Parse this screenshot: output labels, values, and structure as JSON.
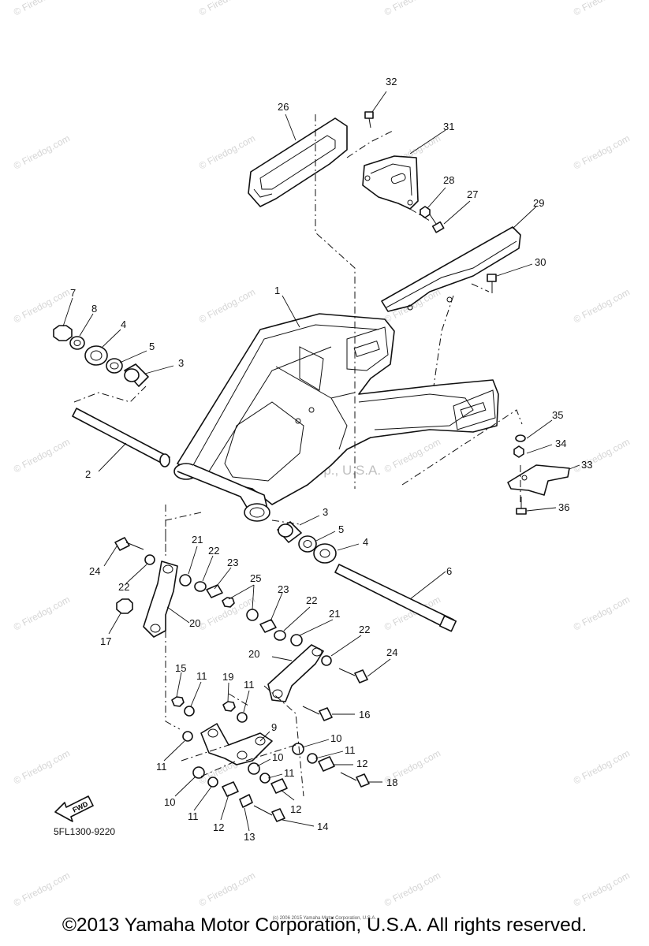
{
  "diagram": {
    "code": "5FL1300-9220",
    "fwd_label": "FWD",
    "watermark_text": "© Firedog.com",
    "watermark_center": "Yamaha Motor Corp., U.S.A.",
    "callouts": [
      {
        "id": "c1",
        "text": "1"
      },
      {
        "id": "c2",
        "text": "2"
      },
      {
        "id": "c3a",
        "text": "3"
      },
      {
        "id": "c3b",
        "text": "3"
      },
      {
        "id": "c4a",
        "text": "4"
      },
      {
        "id": "c4b",
        "text": "4"
      },
      {
        "id": "c5a",
        "text": "5"
      },
      {
        "id": "c5b",
        "text": "5"
      },
      {
        "id": "c6",
        "text": "6"
      },
      {
        "id": "c7",
        "text": "7"
      },
      {
        "id": "c8",
        "text": "8"
      },
      {
        "id": "c9",
        "text": "9"
      },
      {
        "id": "c10a",
        "text": "10"
      },
      {
        "id": "c10b",
        "text": "10"
      },
      {
        "id": "c10c",
        "text": "10"
      },
      {
        "id": "c11a",
        "text": "11"
      },
      {
        "id": "c11b",
        "text": "11"
      },
      {
        "id": "c11c",
        "text": "11"
      },
      {
        "id": "c11d",
        "text": "11"
      },
      {
        "id": "c11e",
        "text": "11"
      },
      {
        "id": "c11f",
        "text": "11"
      },
      {
        "id": "c12a",
        "text": "12"
      },
      {
        "id": "c12b",
        "text": "12"
      },
      {
        "id": "c12c",
        "text": "12"
      },
      {
        "id": "c13",
        "text": "13"
      },
      {
        "id": "c14",
        "text": "14"
      },
      {
        "id": "c15",
        "text": "15"
      },
      {
        "id": "c16",
        "text": "16"
      },
      {
        "id": "c17",
        "text": "17"
      },
      {
        "id": "c18",
        "text": "18"
      },
      {
        "id": "c19",
        "text": "19"
      },
      {
        "id": "c20a",
        "text": "20"
      },
      {
        "id": "c20b",
        "text": "20"
      },
      {
        "id": "c21a",
        "text": "21"
      },
      {
        "id": "c21b",
        "text": "21"
      },
      {
        "id": "c22a",
        "text": "22"
      },
      {
        "id": "c22b",
        "text": "22"
      },
      {
        "id": "c22c",
        "text": "22"
      },
      {
        "id": "c22d",
        "text": "22"
      },
      {
        "id": "c23a",
        "text": "23"
      },
      {
        "id": "c23b",
        "text": "23"
      },
      {
        "id": "c24a",
        "text": "24"
      },
      {
        "id": "c24b",
        "text": "24"
      },
      {
        "id": "c25",
        "text": "25"
      },
      {
        "id": "c26",
        "text": "26"
      },
      {
        "id": "c27",
        "text": "27"
      },
      {
        "id": "c28",
        "text": "28"
      },
      {
        "id": "c29",
        "text": "29"
      },
      {
        "id": "c30",
        "text": "30"
      },
      {
        "id": "c31",
        "text": "31"
      },
      {
        "id": "c32",
        "text": "32"
      },
      {
        "id": "c33",
        "text": "33"
      },
      {
        "id": "c34",
        "text": "34"
      },
      {
        "id": "c35",
        "text": "35"
      },
      {
        "id": "c36",
        "text": "36"
      }
    ]
  },
  "footer": {
    "copyright": "©2013 Yamaha Motor Corporation, U.S.A. All rights reserved.",
    "small_credit": "(c) 2006 2015 Yamaha Motor Corporation, U.S.A."
  }
}
